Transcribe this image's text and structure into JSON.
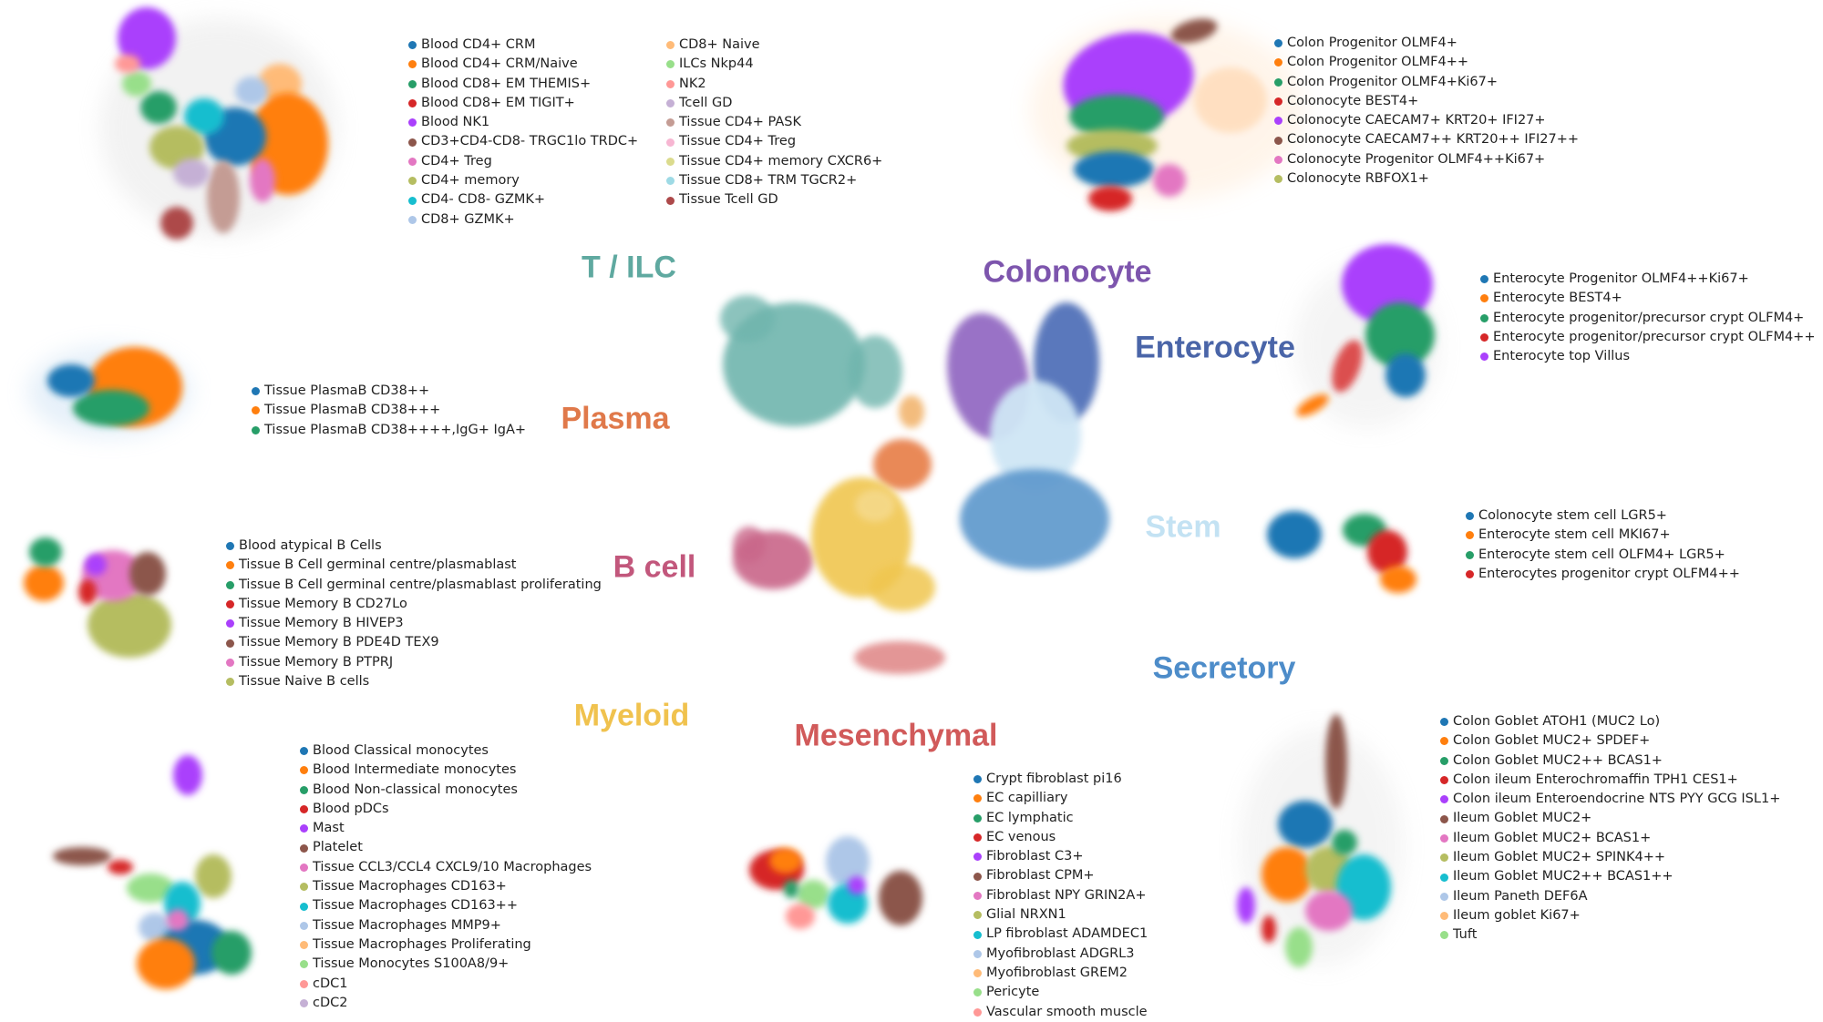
{
  "palette": [
    "#1f77b4",
    "#ff7f0e",
    "#279e68",
    "#d62728",
    "#aa40fc",
    "#8c564b",
    "#e377c2",
    "#b5bd61",
    "#17becf",
    "#aec7e8",
    "#ffbb78",
    "#98df8a",
    "#ff9896",
    "#c5b0d5",
    "#c49c94",
    "#f7b6d2",
    "#dbdb8d",
    "#9edae5",
    "#ad494a",
    "#8c6d31"
  ],
  "headings": {
    "t_ilc": {
      "label": "T / ILC",
      "color": "#5fa9a0"
    },
    "colonocyte": {
      "label": "Colonocyte",
      "color": "#7d55ad"
    },
    "enterocyte": {
      "label": "Enterocyte",
      "color": "#4a65a8"
    },
    "plasma": {
      "label": "Plasma",
      "color": "#e0794a"
    },
    "b_cell": {
      "label": "B cell",
      "color": "#c2577c"
    },
    "stem": {
      "label": "Stem",
      "color": "#c3e2f3"
    },
    "myeloid": {
      "label": "Myeloid",
      "color": "#f0c24e"
    },
    "mesenchymal": {
      "label": "Mesenchymal",
      "color": "#d15a5a"
    },
    "secretory": {
      "label": "Secretory",
      "color": "#4d8cc9"
    }
  },
  "legends": {
    "t_ilc_col1": [
      "Blood CD4+ CRM",
      "Blood CD4+ CRM/Naive",
      "Blood CD8+ EM THEMIS+",
      "Blood CD8+ EM TIGIT+",
      "Blood NK1",
      "CD3+CD4-CD8- TRGC1lo TRDC+",
      "CD4+ Treg",
      "CD4+ memory",
      "CD4- CD8- GZMK+",
      "CD8+ GZMK+"
    ],
    "t_ilc_col2": [
      "CD8+ Naive",
      "ILCs Nkp44",
      "NK2",
      "Tcell GD",
      "Tissue CD4+ PASK",
      "Tissue CD4+ Treg",
      "Tissue CD4+ memory CXCR6+",
      "Tissue CD8+ TRM TGCR2+",
      "Tissue Tcell GD"
    ],
    "colonocyte": [
      "Colon Progenitor OLMF4+",
      "Colon Progenitor OLMF4++",
      "Colon Progenitor OLMF4+Ki67+",
      "Colonocyte BEST4+",
      "Colonocyte CAECAM7+ KRT20+ IFI27+",
      "Colonocyte CAECAM7++ KRT20++ IFI27++",
      "Colonocyte Progenitor OLMF4++Ki67+",
      "Colonocyte RBFOX1+"
    ],
    "enterocyte": [
      "Enterocyte  Progenitor OLMF4++Ki67+",
      "Enterocyte BEST4+",
      "Enterocyte progenitor/precursor crypt OLFM4+",
      "Enterocyte progenitor/precursor crypt OLFM4++",
      "Enterocyte top Villus"
    ],
    "plasma": [
      "Tissue PlasmaB CD38++",
      "Tissue PlasmaB CD38+++",
      "Tissue PlasmaB CD38++++,IgG+ IgA+"
    ],
    "b_cell": [
      "Blood atypical B Cells",
      "Tissue B Cell germinal centre/plasmablast",
      "Tissue B Cell germinal centre/plasmablast proliferating",
      "Tissue Memory B CD27Lo",
      "Tissue Memory B HIVEP3",
      "Tissue Memory B PDE4D TEX9",
      "Tissue Memory B PTPRJ",
      "Tissue Naive B cells"
    ],
    "stem": [
      "Colonocyte stem cell  LGR5+",
      "Enterocyte stem cell MKI67+",
      "Enterocyte stem cell OLFM4+ LGR5+",
      "Enterocytes progenitor crypt OLFM4++"
    ],
    "myeloid": [
      "Blood Classical monocytes",
      "Blood Intermediate monocytes",
      "Blood Non-classical monocytes",
      "Blood pDCs",
      "Mast",
      "Platelet",
      "Tissue CCL3/CCL4 CXCL9/10 Macrophages",
      "Tissue Macrophages CD163+",
      "Tissue Macrophages CD163++",
      "Tissue Macrophages MMP9+",
      "Tissue Macrophages Proliferating",
      "Tissue Monocytes S100A8/9+",
      "cDC1",
      "cDC2"
    ],
    "mesenchymal": [
      "Crypt fibroblast pi16",
      "EC capilliary",
      "EC lymphatic",
      "EC venous",
      "Fibroblast C3+",
      "Fibroblast CPM+",
      "Fibroblast NPY GRIN2A+",
      "Glial NRXN1",
      "LP fibroblast ADAMDEC1",
      "Myofibroblast ADGRL3",
      "Myofibroblast GREM2",
      "Pericyte",
      "Vascular smooth muscle"
    ],
    "secretory": [
      "Colon Goblet ATOH1 (MUC2 Lo)",
      "Colon Goblet MUC2+ SPDEF+",
      "Colon Goblet MUC2++ BCAS1+",
      "Colon ileum Enterochromaffin TPH1 CES1+",
      "Colon ileum Enteroendocrine NTS PYY GCG ISL1+",
      "Ileum Goblet MUC2+",
      "Ileum Goblet MUC2+ BCAS1+",
      "Ileum Goblet MUC2+ SPINK4++",
      "Ileum Goblet MUC2++ BCAS1++",
      "Ileum Paneth DEF6A",
      "Ileum goblet Ki67+",
      "Tuft"
    ]
  }
}
